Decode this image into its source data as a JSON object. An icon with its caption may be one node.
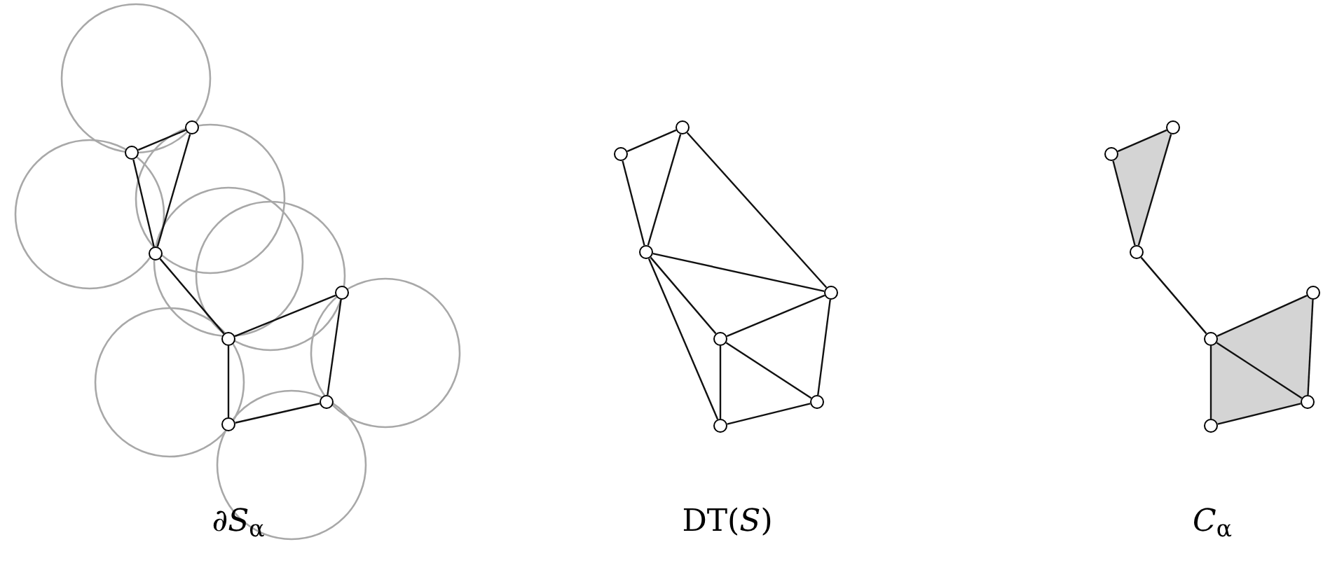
{
  "diagram": {
    "nodes": [
      {
        "text": [],
        "shape": "circle"
      },
      {
        "text": [],
        "shape": "circle"
      },
      {
        "text": [],
        "shape": "circle"
      },
      {
        "text": [],
        "shape": "circle"
      },
      {
        "text": [],
        "shape": "circle"
      },
      {
        "text": [],
        "shape": "circle"
      },
      {
        "text": [],
        "shape": "circle"
      },
      {
        "text": [],
        "shape": "circle"
      },
      {
        "text": [],
        "shape": "circle"
      },
      {
        "text": [],
        "shape": "circle"
      },
      {
        "text": [],
        "shape": "circle"
      },
      {
        "text": [],
        "shape": "circle"
      },
      {
        "text": [],
        "shape": "circle"
      },
      {
        "text": [],
        "shape": "circle"
      },
      {
        "text": [],
        "shape": "circle"
      },
      {
        "text": [],
        "shape": "circle"
      },
      {
        "text": [],
        "shape": "circle"
      },
      {
        "text": [],
        "shape": "circle"
      },
      {
        "text": [],
        "shape": "circle"
      },
      {
        "text": [],
        "shape": "circle"
      },
      {
        "text": [],
        "shape": "circle"
      }
    ],
    "edges": [
      {
        "from": 0,
        "to": 1,
        "arrow": "none"
      },
      {
        "from": 0,
        "to": 2,
        "arrow": "none"
      },
      {
        "from": 1,
        "to": 2,
        "arrow": "none"
      },
      {
        "from": 2,
        "to": 4,
        "arrow": "none"
      },
      {
        "from": 4,
        "to": 3,
        "arrow": "none"
      },
      {
        "from": 3,
        "to": 5,
        "arrow": "none"
      },
      {
        "from": 4,
        "to": 6,
        "arrow": "none"
      },
      {
        "from": 6,
        "to": 5,
        "arrow": "none"
      },
      {
        "from": 7,
        "to": 8,
        "arrow": "none"
      },
      {
        "from": 7,
        "to": 9,
        "arrow": "none"
      },
      {
        "from": 8,
        "to": 9,
        "arrow": "none"
      },
      {
        "from": 8,
        "to": 10,
        "arrow": "none"
      },
      {
        "from": 9,
        "to": 10,
        "arrow": "none"
      },
      {
        "from": 9,
        "to": 11,
        "arrow": "none"
      },
      {
        "from": 9,
        "to": 13,
        "arrow": "none"
      },
      {
        "from": 10,
        "to": 11,
        "arrow": "none"
      },
      {
        "from": 10,
        "to": 12,
        "arrow": "none"
      },
      {
        "from": 11,
        "to": 12,
        "arrow": "none"
      },
      {
        "from": 11,
        "to": 13,
        "arrow": "none"
      },
      {
        "from": 13,
        "to": 12,
        "arrow": "none"
      },
      {
        "from": 14,
        "to": 15,
        "arrow": "none"
      },
      {
        "from": 14,
        "to": 16,
        "arrow": "none"
      },
      {
        "from": 15,
        "to": 16,
        "arrow": "none"
      },
      {
        "from": 16,
        "to": 18,
        "arrow": "none"
      },
      {
        "from": 18,
        "to": 17,
        "arrow": "none"
      },
      {
        "from": 17,
        "to": 19,
        "arrow": "none"
      },
      {
        "from": 18,
        "to": 19,
        "arrow": "none"
      },
      {
        "from": 18,
        "to": 20,
        "arrow": "none"
      },
      {
        "from": 20,
        "to": 19,
        "arrow": "none"
      }
    ],
    "labels": [
      "∂*S*$_{α}$",
      "DT(*S*)",
      "*C*$_{α}$"
    ]
  }
}
